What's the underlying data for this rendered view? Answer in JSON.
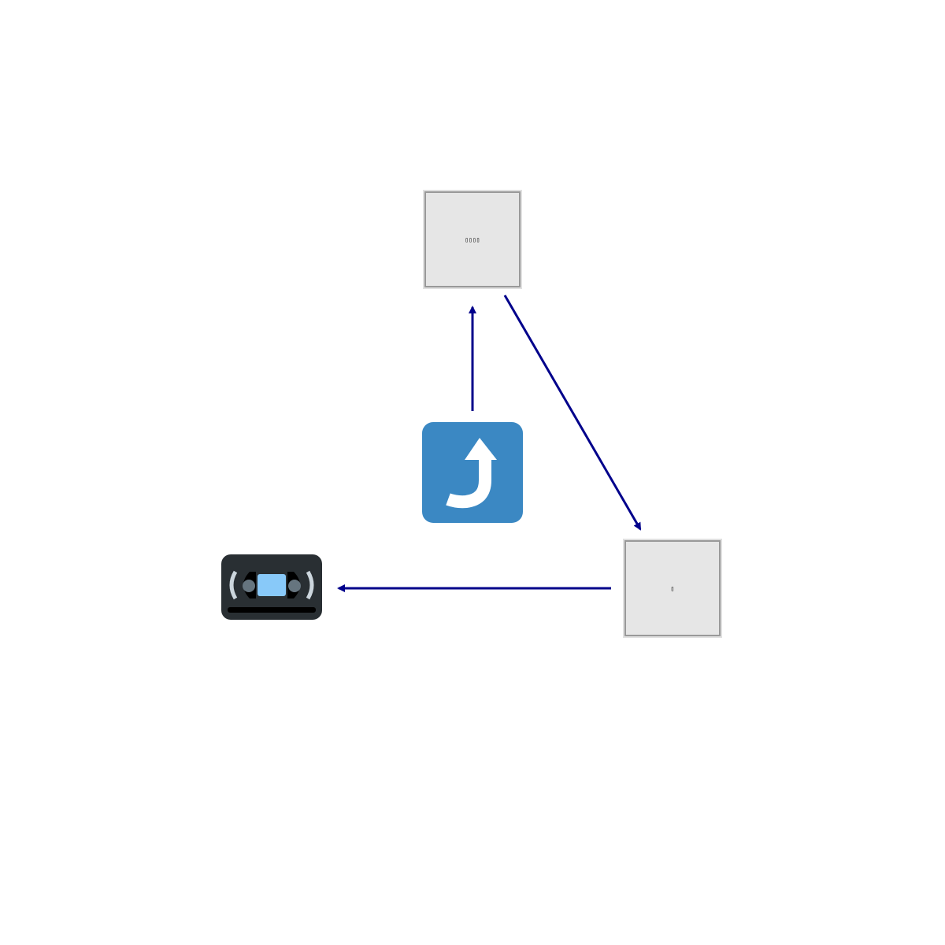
{
  "nodes": {
    "top": {
      "label": "▯▯▯▯",
      "icon": "placeholder-glyph-box"
    },
    "right": {
      "label": "▯",
      "icon": "placeholder-glyph-box"
    },
    "center": {
      "icon": "right-arrow-curving-up-icon",
      "color": "#3b88c3"
    },
    "left": {
      "icon": "videocassette-icon",
      "color": "#292f33"
    }
  },
  "edges": [
    {
      "from": "center",
      "to": "top"
    },
    {
      "from": "top",
      "to": "right"
    },
    {
      "from": "right",
      "to": "left"
    }
  ],
  "colors": {
    "edge": "#00008b",
    "node_fill": "#e6e6e6",
    "node_border": "#999999"
  }
}
